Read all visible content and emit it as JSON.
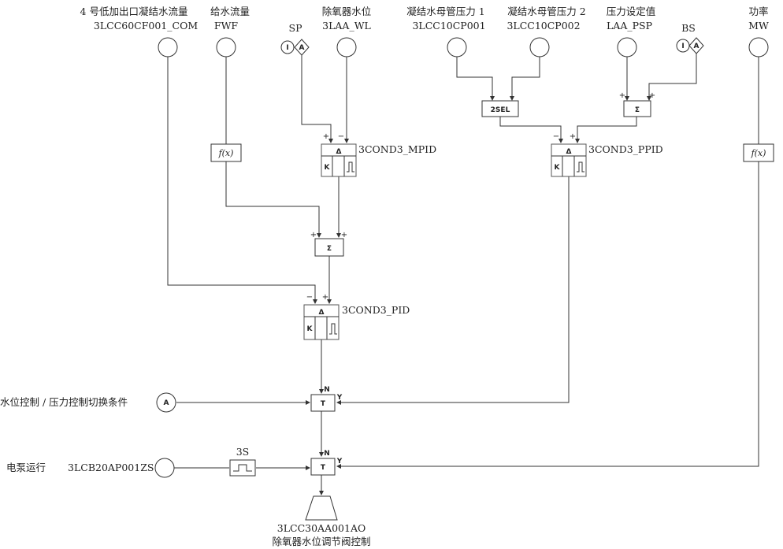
{
  "inputs": {
    "condensate_flow": {
      "title": "4 号低加出口凝结水流量",
      "tag": "3LCC60CF001_COM"
    },
    "feedwater_flow": {
      "title": "给水流量",
      "tag": "FWF"
    },
    "sp_label": "SP",
    "deaerator_level": {
      "title": "除氧器水位",
      "tag": "3LAA_WL"
    },
    "header_pressure_1": {
      "title": "凝结水母管压力 1",
      "tag": "3LCC10CP001"
    },
    "header_pressure_2": {
      "title": "凝结水母管压力 2",
      "tag": "3LCC10CP002"
    },
    "pressure_setpoint": {
      "title": "压力设定值",
      "tag": "LAA_PSP"
    },
    "bs_label": "BS",
    "power": {
      "title": "功率",
      "tag": "MW"
    },
    "switch_condition": {
      "title": "水位控制 / 压力控制切换条件"
    },
    "pump_running": {
      "title": "电泵运行",
      "tag": "3LCB20AP001ZS"
    }
  },
  "blocks": {
    "mpid": "3COND3_MPID",
    "ppid": "3COND3_PPID",
    "pid": "3COND3_PID",
    "delay": "3S",
    "select": "2SEL"
  },
  "output": {
    "tag": "3LCC30AA001AO",
    "title": "除氧器水位调节阀控制"
  },
  "symbols": {
    "fx": "f(x)",
    "sum": "Σ",
    "delta": "Δ",
    "k": "K",
    "transfer": "T",
    "n": "N",
    "y": "Y",
    "a": "A",
    "i": "I",
    "plus": "+",
    "minus": "−"
  }
}
